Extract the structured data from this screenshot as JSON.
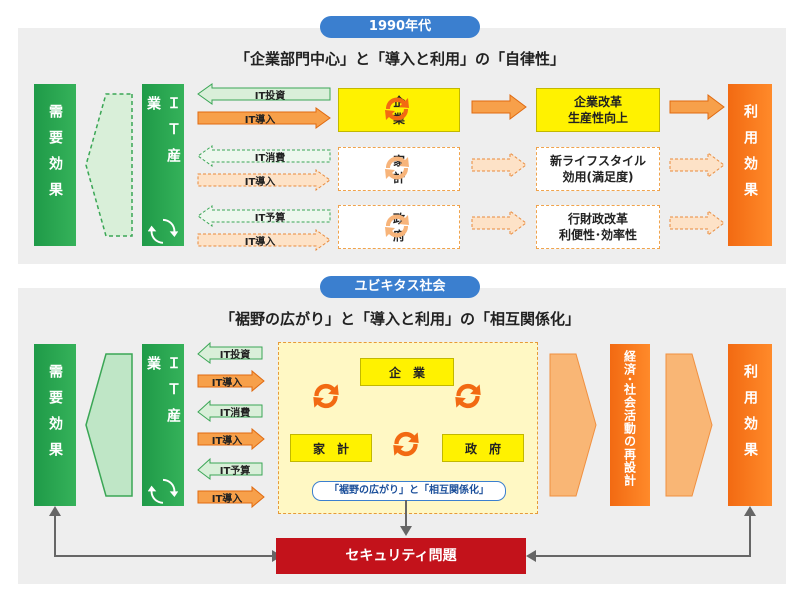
{
  "top": {
    "pill": "1990年代",
    "subtitle": "「企業部門中心」と「導入と利用」の「自律性」",
    "demand": "需要効果",
    "it_industry": "ＩＴ産業",
    "usage": "利用効果",
    "rows": [
      {
        "a": "IT投資",
        "b": "IT導入",
        "box": "企　業",
        "result": "企業改革\n生産性向上"
      },
      {
        "a": "IT消費",
        "b": "IT導入",
        "box": "家　計",
        "result": "新ライフスタイル\n効用(満足度)"
      },
      {
        "a": "IT予算",
        "b": "IT導入",
        "box": "政　府",
        "result": "行財政改革\n利便性･効率性"
      }
    ]
  },
  "bottom": {
    "pill": "ユビキタス社会",
    "subtitle": "「裾野の広がり」と「導入と利用」の「相互関係化」",
    "demand": "需要効果",
    "it_industry": "ＩＴ産業",
    "usage": "利用効果",
    "tags": [
      "IT投資",
      "IT導入",
      "IT消費",
      "IT導入",
      "IT予算",
      "IT導入"
    ],
    "enterprise": "企　業",
    "household": "家　計",
    "government": "政　府",
    "inner_label": "「裾野の広がり」と「相互関係化」",
    "redesign": "経済･社会活動の再設計",
    "security": "セキュリティ問題"
  },
  "colors": {
    "green": "#1f9a48",
    "orange": "#f26a12",
    "red": "#c3121b",
    "yellow": "#fff200",
    "blue": "#3b7fcf"
  }
}
